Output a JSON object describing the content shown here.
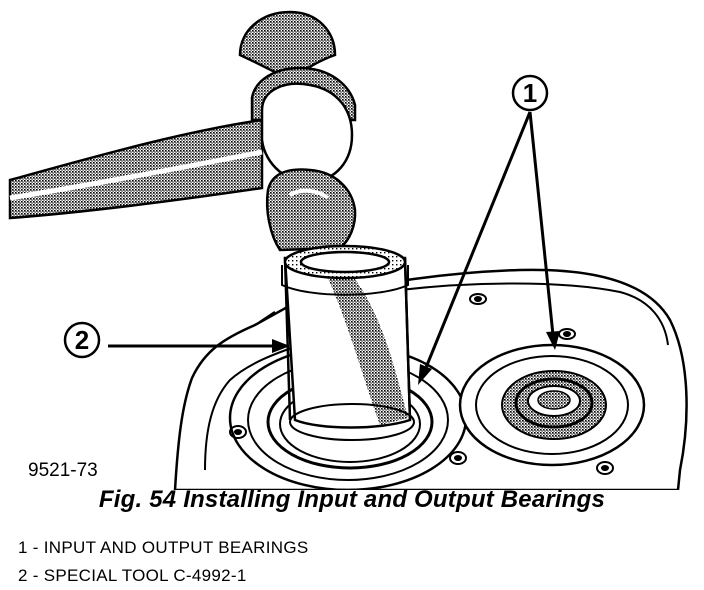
{
  "figure": {
    "id_label": "9521-73",
    "callouts": [
      {
        "number": "1"
      },
      {
        "number": "2"
      }
    ]
  },
  "caption": "Fig. 54 Installing Input and Output Bearings",
  "legend": [
    {
      "text": "1 - INPUT AND OUTPUT BEARINGS"
    },
    {
      "text": "2 - SPECIAL TOOL C-4992-1"
    }
  ],
  "colors": {
    "ink": "#000000",
    "paper": "#ffffff",
    "shade": "#9a9a9a"
  }
}
